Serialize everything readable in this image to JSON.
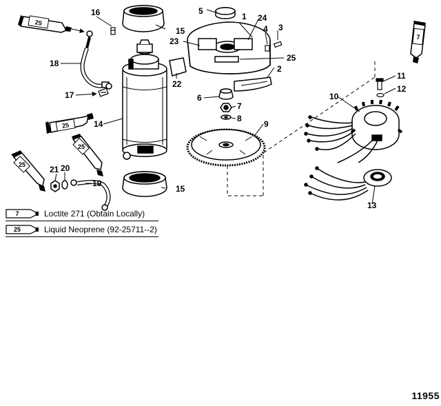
{
  "callouts": {
    "n1": "1",
    "n2": "2",
    "n3": "3",
    "n4": "4",
    "n5": "5",
    "n6": "6",
    "n7": "7",
    "n8": "8",
    "n9": "9",
    "n10": "10",
    "n11": "11",
    "n12": "12",
    "n13": "13",
    "n14": "14",
    "n15a": "15",
    "n15b": "15",
    "n16": "16",
    "n17": "17",
    "n18": "18",
    "n19": "19",
    "n20": "20",
    "n21": "21",
    "n22": "22",
    "n23": "23",
    "n24": "24",
    "n25": "25"
  },
  "tubes": {
    "t1": "25",
    "t2": "7",
    "t3": "25",
    "t4": "25",
    "t5": "25"
  },
  "legend": [
    {
      "code": "7",
      "text": "Loctite 271 (Obtain Locally)"
    },
    {
      "code": "25",
      "text": "Liquid Neoprene (92-25711--2)"
    }
  ],
  "drawing_number": "11955"
}
